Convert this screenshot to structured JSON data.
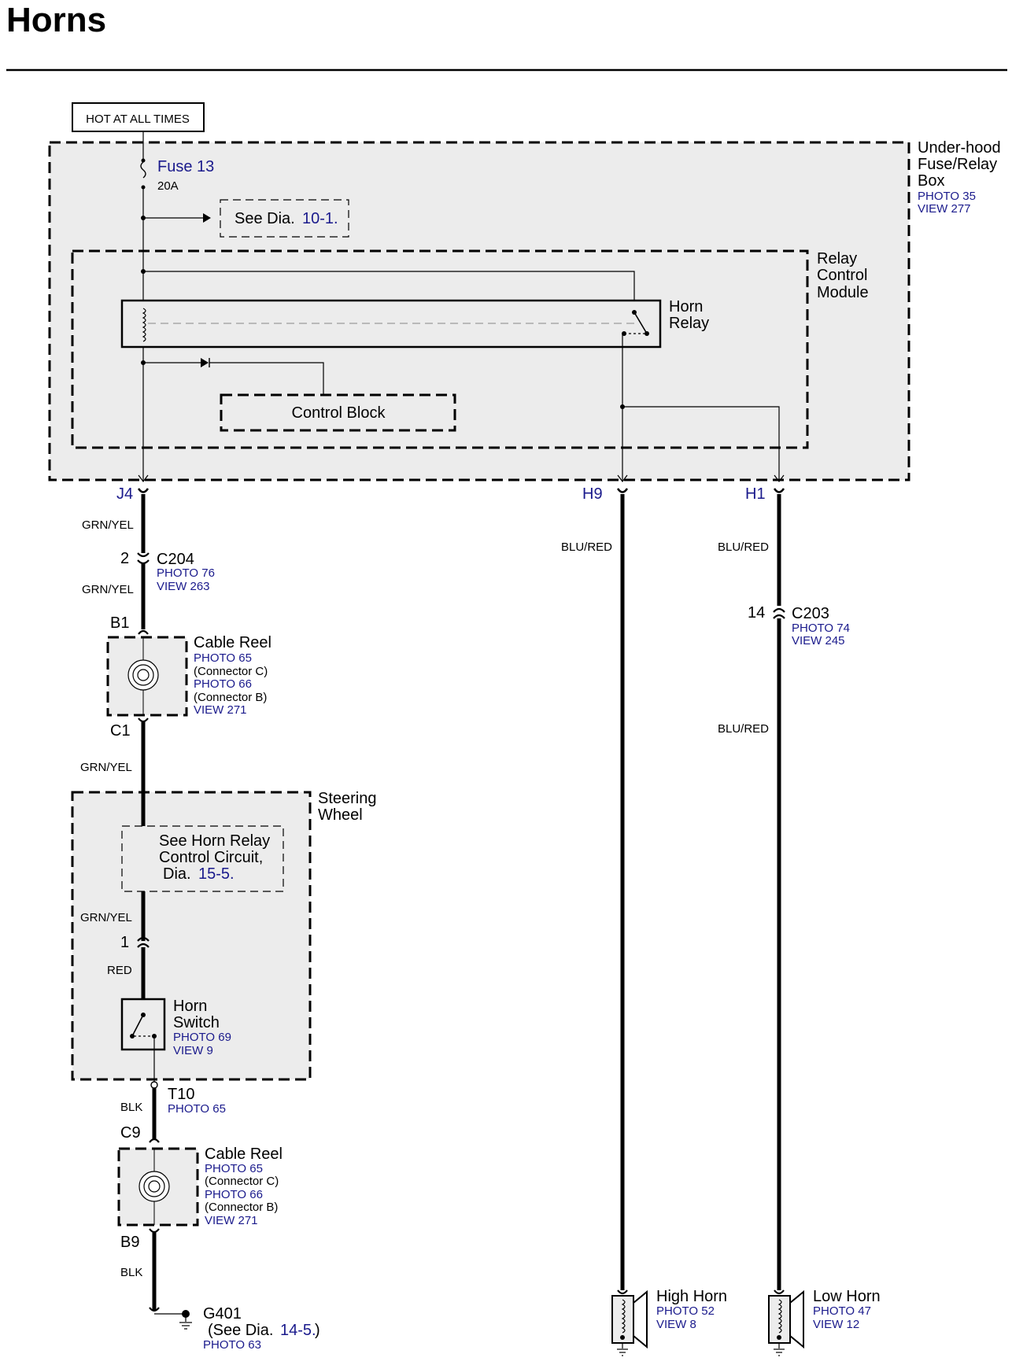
{
  "title": "Horns",
  "power": {
    "label": "HOT AT ALL TIMES"
  },
  "underhood": {
    "name": [
      "Under-hood",
      "Fuse/Relay",
      "Box"
    ],
    "photo": "PHOTO 35",
    "view": "VIEW 277",
    "fuse": {
      "name": "Fuse 13",
      "rating": "20A"
    },
    "see_dia": {
      "prefix": "See Dia.",
      "ref": "10-1."
    },
    "pins": {
      "j4": "J4",
      "h9": "H9",
      "h1": "H1"
    }
  },
  "relay_module": {
    "name": [
      "Relay",
      "Control",
      "Module"
    ],
    "horn_relay": [
      "Horn",
      "Relay"
    ],
    "control_block": "Control Block"
  },
  "wires": {
    "grn_yel": "GRN/YEL",
    "blu_red": "BLU/RED",
    "red": "RED",
    "blk": "BLK"
  },
  "c204": {
    "pin": "2",
    "name": "C204",
    "photo": "PHOTO 76",
    "view": "VIEW 263"
  },
  "c203": {
    "pin": "14",
    "name": "C203",
    "photo": "PHOTO 74",
    "view": "VIEW 245"
  },
  "cable_reel_top": {
    "pin_in": "B1",
    "pin_out": "C1",
    "name": "Cable Reel",
    "photo1": "PHOTO 65",
    "conn1": "(Connector C)",
    "photo2": "PHOTO 66",
    "conn2": "(Connector B)",
    "view": "VIEW 271"
  },
  "steering_wheel": {
    "name": [
      "Steering",
      "Wheel"
    ],
    "see_horn": [
      "See Horn Relay",
      "Control Circuit,"
    ],
    "dia_prefix": "Dia.",
    "dia_ref": "15-5.",
    "connector_pin": "1",
    "horn_switch": [
      "Horn",
      "Switch"
    ],
    "photo": "PHOTO 69",
    "view": "VIEW 9"
  },
  "t10": {
    "name": "T10",
    "photo": "PHOTO 65"
  },
  "cable_reel_bottom": {
    "pin_in": "C9",
    "pin_out": "B9",
    "name": "Cable Reel",
    "photo1": "PHOTO 65",
    "conn1": "(Connector C)",
    "photo2": "PHOTO 66",
    "conn2": "(Connector B)",
    "view": "VIEW 271"
  },
  "ground": {
    "name": "G401",
    "see_prefix": "(See Dia.",
    "see_ref": "14-5.",
    "see_suffix": ")",
    "photo": "PHOTO 63"
  },
  "high_horn": {
    "name": "High Horn",
    "photo": "PHOTO 52",
    "view": "VIEW 8"
  },
  "low_horn": {
    "name": "Low Horn",
    "photo": "PHOTO 47",
    "view": "VIEW 12"
  }
}
